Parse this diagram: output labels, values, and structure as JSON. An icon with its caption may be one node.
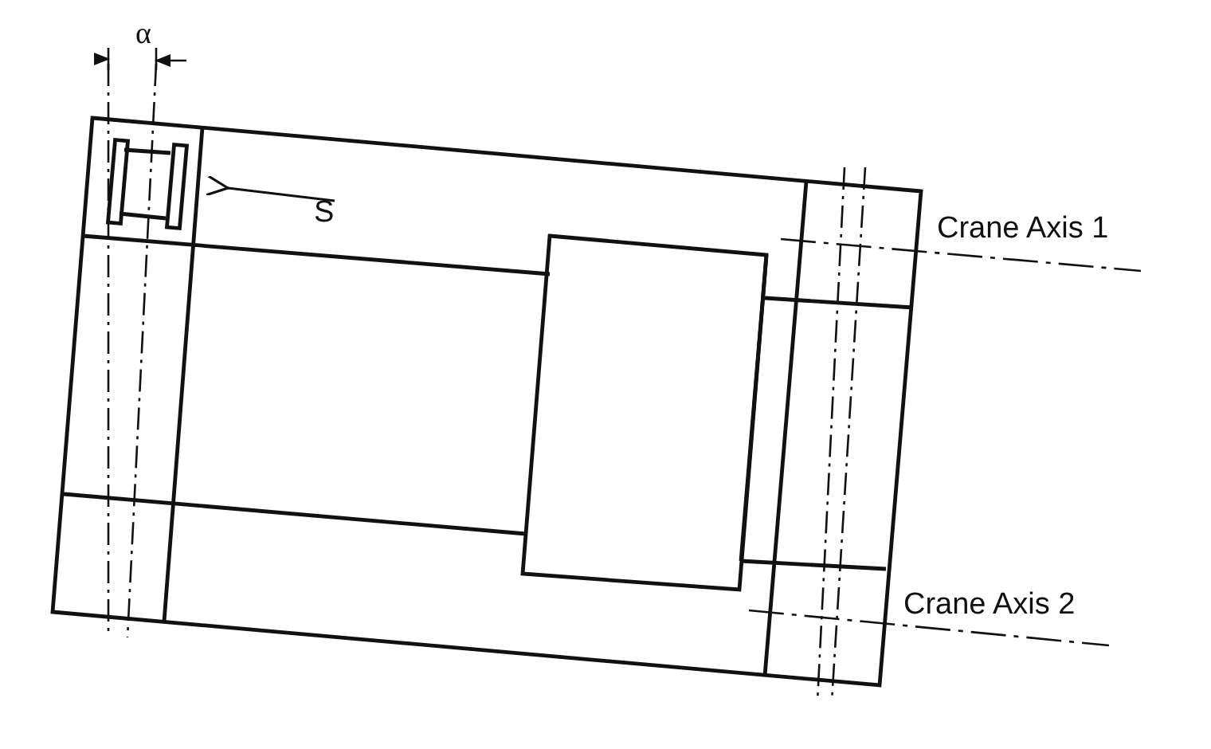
{
  "diagram": {
    "labels": [
      "α",
      "S",
      "Crane Axis 1",
      "Crane Axis 2"
    ]
  }
}
